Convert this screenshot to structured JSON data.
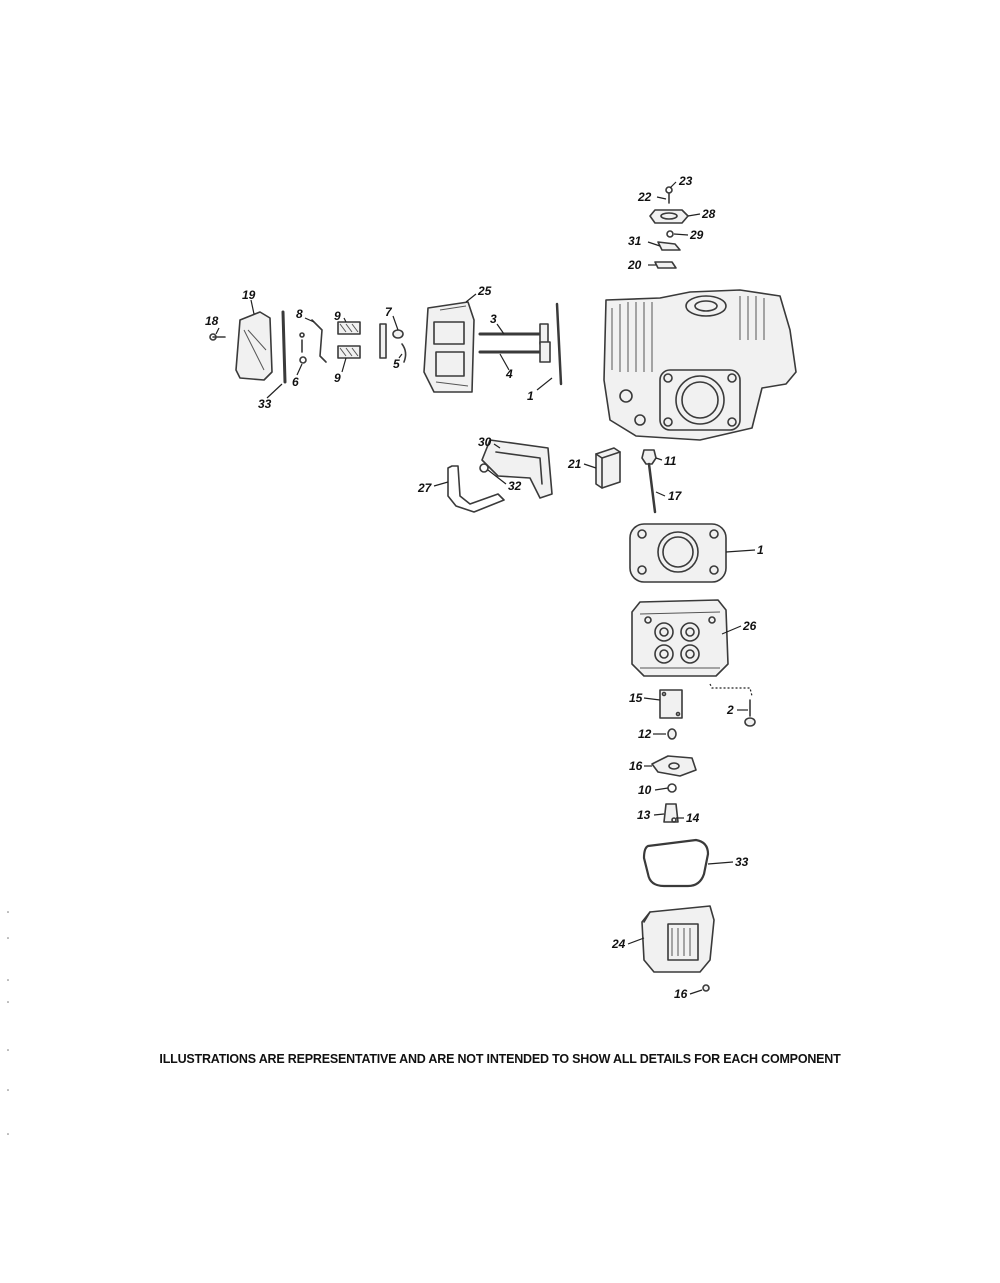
{
  "callouts": [
    "23",
    "22",
    "28",
    "29",
    "31",
    "20",
    "19",
    "18",
    "8",
    "9",
    "9",
    "7",
    "5",
    "25",
    "3",
    "4",
    "1",
    "6",
    "33",
    "30",
    "21",
    "11",
    "27",
    "32",
    "17",
    "1",
    "26",
    "15",
    "2",
    "12",
    "16",
    "10",
    "13",
    "14",
    "33",
    "24",
    "16"
  ],
  "disclaimer": "ILLUSTRATIONS ARE REPRESENTATIVE AND ARE NOT INTENDED TO SHOW ALL DETAILS FOR EACH COMPONENT"
}
